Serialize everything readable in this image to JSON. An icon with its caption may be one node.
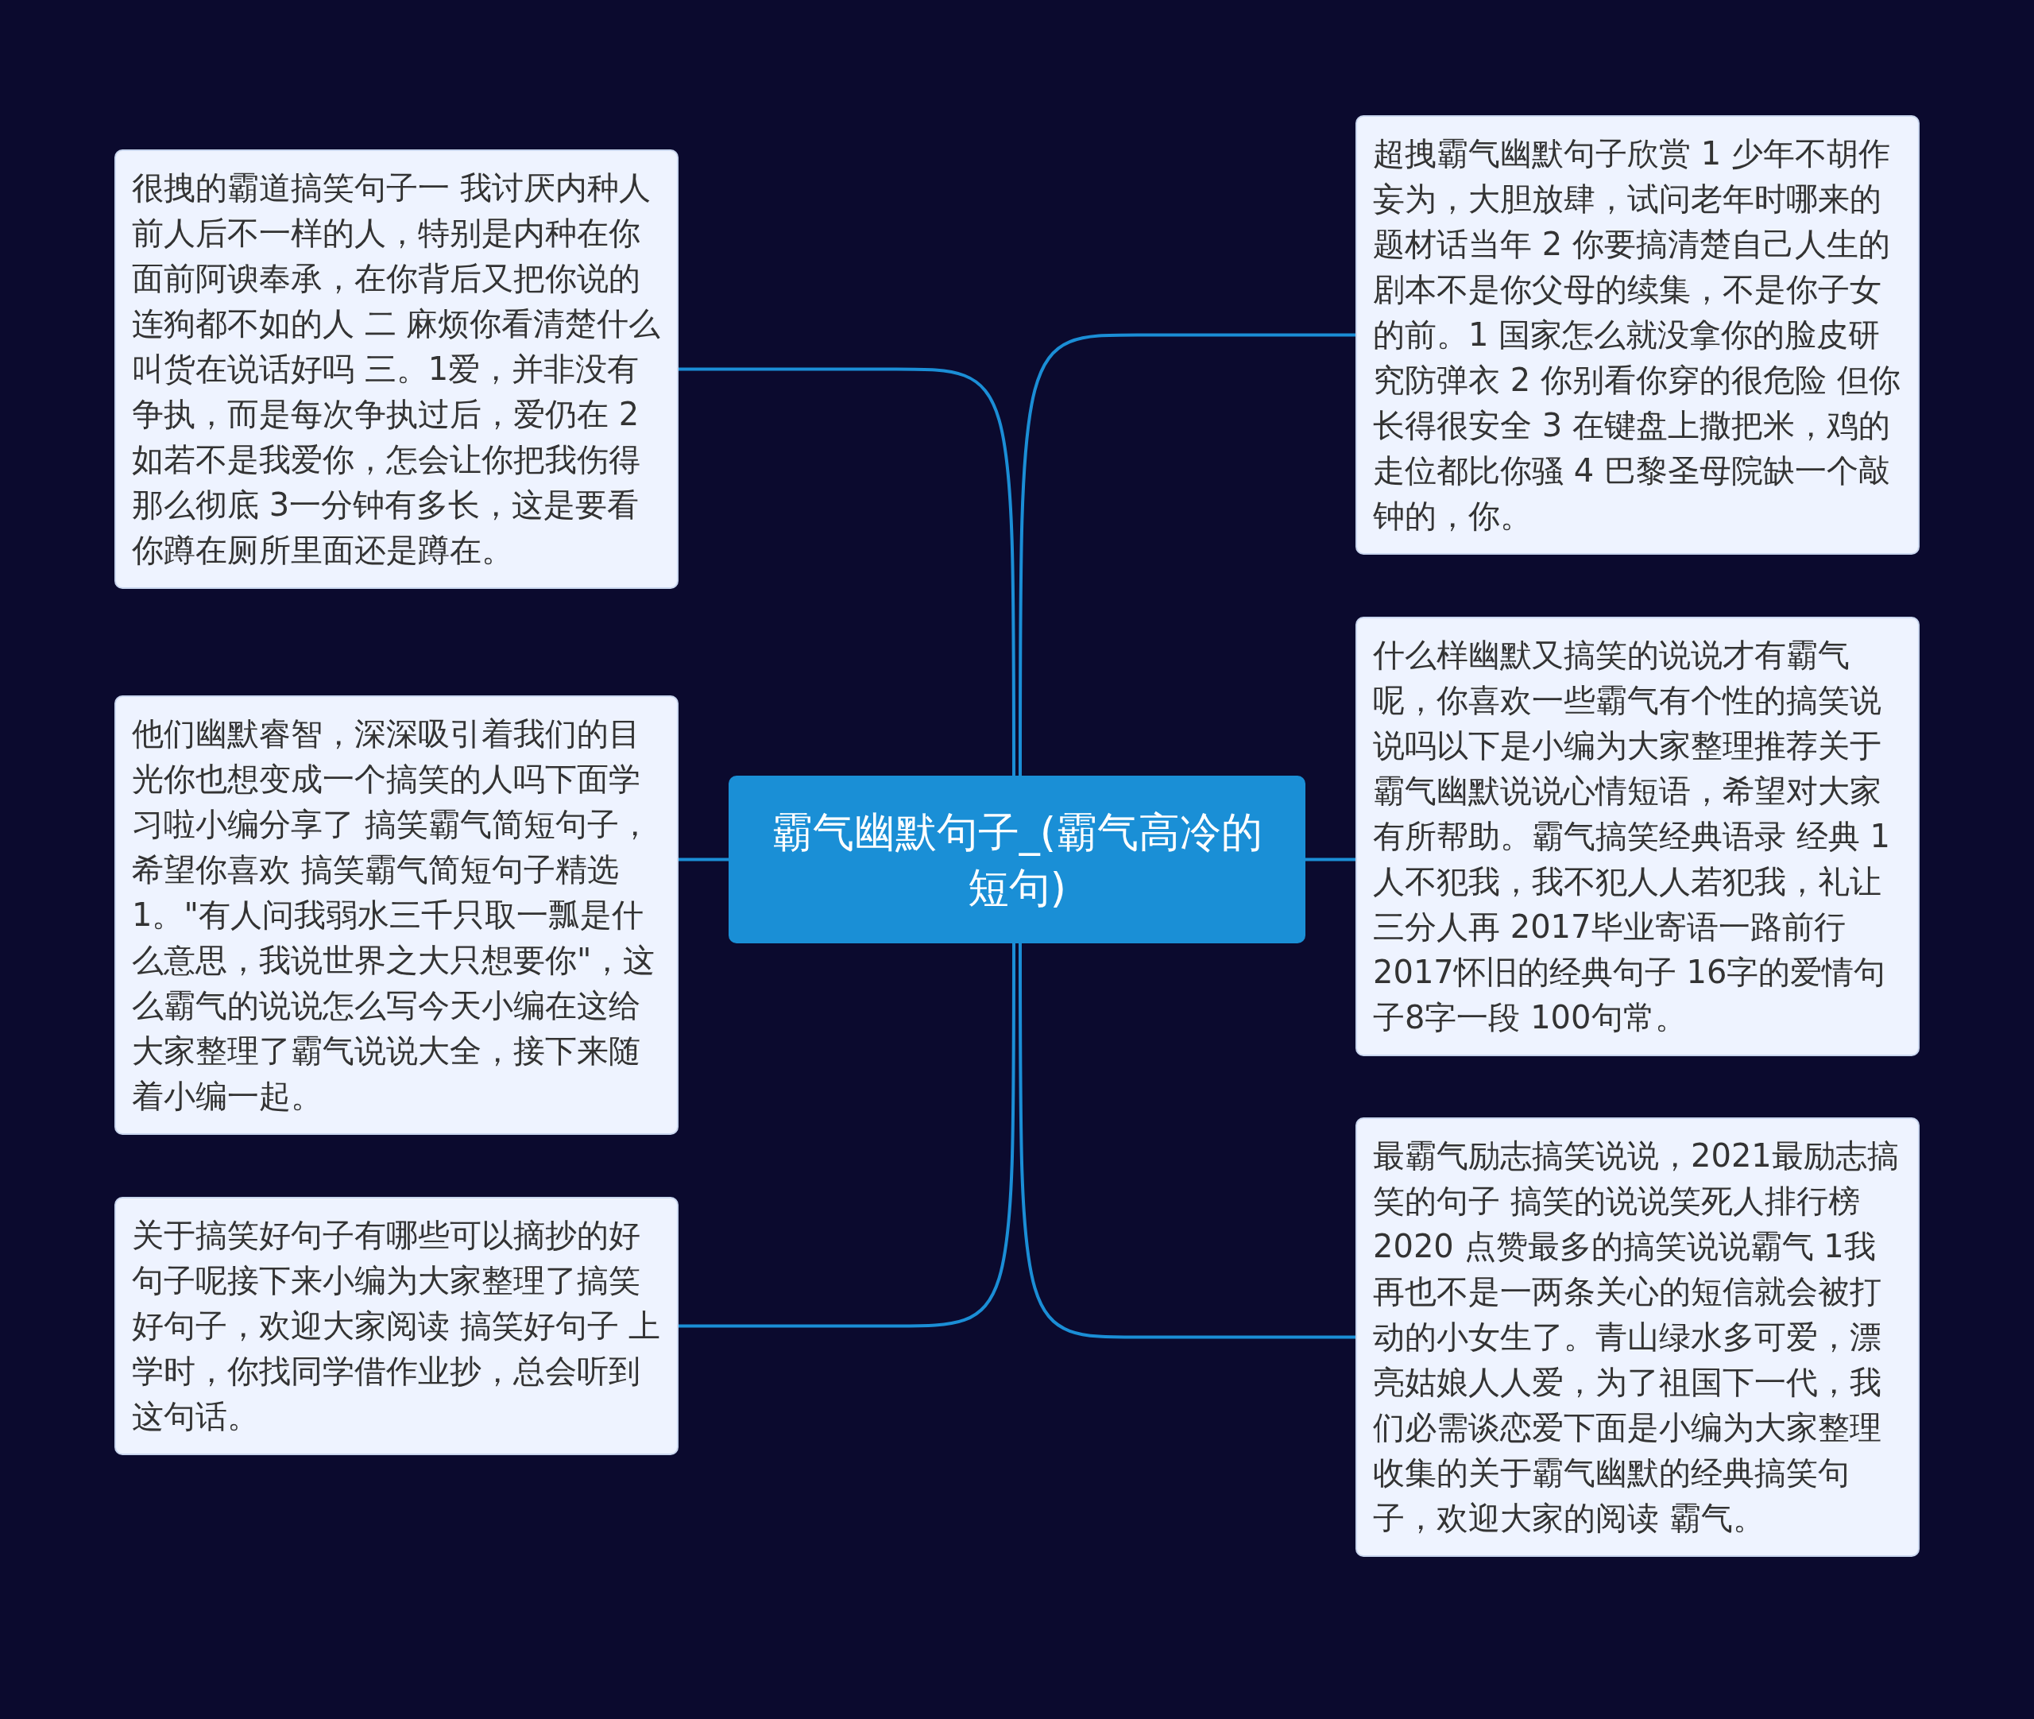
{
  "diagram": {
    "nodes": [
      {
        "text": [
          "霸气幽默句子_(霸气高冷的短句)"
        ]
      },
      {
        "text": [
          "很拽的霸道搞笑句子一 我讨厌内种人前人后不一样的人，特别是内种在你面前阿谀奉承，在你背后又把你说的连狗都不如的人 二 麻烦你看清楚什么叫货在说话好吗 三。1爱，并非没有争执，而是每次争执过后，爱仍在 2如若不是我爱你，怎会让你把我伤得那么彻底 3一分钟有多长，这是要看你蹲在厕所里面还是蹲在。"
        ]
      },
      {
        "text": [
          "他们幽默睿智，深深吸引着我们的目光你也想变成一个搞笑的人吗下面学习啦小编分享了 搞笑霸气简短句子，希望你喜欢 搞笑霸气简短句子精选 1。\"有人问我弱水三千只取一瓢是什么意思，我说世界之大只想要你\"，这么霸气的说说怎么写今天小编在这给大家整理了霸气说说大全，接下来随着小编一起。"
        ]
      },
      {
        "text": [
          "关于搞笑好句子有哪些可以摘抄的好句子呢接下来小编为大家整理了搞笑好句子，欢迎大家阅读 搞笑好句子 上学时，你找同学借作业抄，总会听到这句话。"
        ]
      },
      {
        "text": [
          "超拽霸气幽默句子欣赏 1 少年不胡作妄为，大胆放肆，试问老年时哪来的题材话当年 2 你要搞清楚自己人生的剧本不是你父母的续集，不是你子女的前。1 国家怎么就没拿你的脸皮研究防弹衣 2 你别看你穿的很危险 但你长得很安全 3 在键盘上撒把米，鸡的走位都比你骚 4 巴黎圣母院缺一个敲钟的，你。"
        ]
      },
      {
        "text": [
          "什么样幽默又搞笑的说说才有霸气呢，你喜欢一些霸气有个性的搞笑说说吗以下是小编为大家整理推荐关于霸气幽默说说心情短语，希望对大家有所帮助。霸气搞笑经典语录 经典 1 人不犯我，我不犯人人若犯我，礼让三分人再 2017毕业寄语一路前行 2017怀旧的经典句子 16字的爱情句子8字一段 100句常。"
        ]
      },
      {
        "text": [
          "最霸气励志搞笑说说，2021最励志搞笑的句子 搞笑的说说笑死人排行榜2020 点赞最多的搞笑说说霸气 1我再也不是一两条关心的短信就会被打动的小女生了。青山绿水多可爱，漂亮姑娘人人爱，为了祖国下一代，我们必需谈恋爱下面是小编为大家整理收集的关于霸气幽默的经典搞笑句子，欢迎大家的阅读 霸气。"
        ]
      }
    ],
    "edges": [
      {
        "from": 0,
        "to": 1,
        "arrow": "none"
      },
      {
        "from": 0,
        "to": 2,
        "arrow": "none"
      },
      {
        "from": 0,
        "to": 3,
        "arrow": "none"
      },
      {
        "from": 0,
        "to": 4,
        "arrow": "none"
      },
      {
        "from": 0,
        "to": 5,
        "arrow": "none"
      },
      {
        "from": 0,
        "to": 6,
        "arrow": "none"
      }
    ]
  }
}
